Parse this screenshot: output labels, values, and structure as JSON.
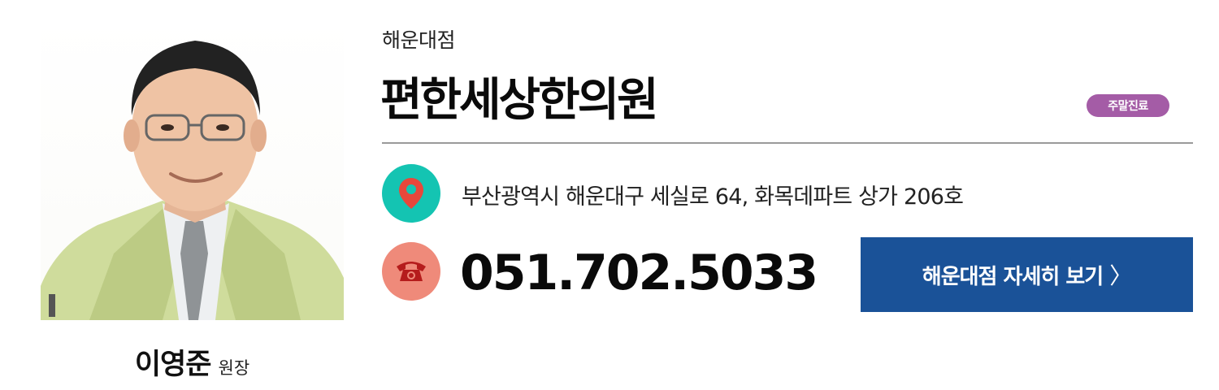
{
  "doctor": {
    "name": "이영준",
    "title": "원장"
  },
  "clinic": {
    "branch": "해운대점",
    "name": "편한세상한의원",
    "badge": "주말진료",
    "address": "부산광역시 해운대구 세실로 64, 화목데파트 상가 206호",
    "phone": "051.702.5033"
  },
  "cta": {
    "label": "해운대점 자세히 보기",
    "chevron": "〉"
  },
  "icons": {
    "address": "map-pin-icon",
    "phone": "telephone-icon"
  },
  "colors": {
    "address_icon_bg": "#14c4b2",
    "phone_icon_bg": "#ef8a7a",
    "badge_bg": "#a45ca6",
    "button_bg": "#1a5298"
  }
}
